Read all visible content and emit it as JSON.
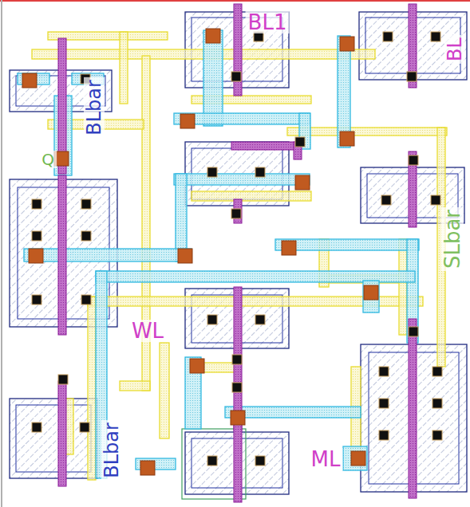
{
  "diagram": {
    "labels": [
      "BL1",
      "BLbar",
      "Q",
      "BL",
      "SLbar",
      "WL",
      "BLbar",
      "ML"
    ]
  }
}
